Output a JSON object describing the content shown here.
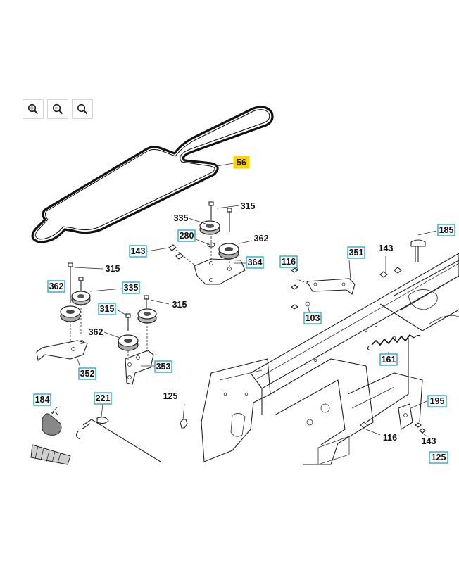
{
  "toolbar": {
    "zoom_in_icon": "zoom-in-icon",
    "zoom_out_icon": "zoom-out-icon",
    "zoom_reset_icon": "magnifier-icon"
  },
  "diagram": {
    "highlight_color": "#ffd400",
    "callout_border_color": "#1aa6c9",
    "callouts": {
      "c56": "56",
      "c315a": "315",
      "c335a": "335",
      "c280": "280",
      "c362a": "362",
      "c364": "364",
      "c143a": "143",
      "c315b": "315",
      "c362b": "362",
      "c335b": "335",
      "c315c": "315",
      "c315d": "315",
      "c362c": "362",
      "c352": "352",
      "c353": "353",
      "c116a": "116",
      "c351": "351",
      "c143b": "143",
      "c185": "185",
      "c103": "103",
      "c161": "161",
      "c184": "184",
      "c221": "221",
      "c125a": "125",
      "c116b": "116",
      "c195": "195",
      "c143c": "143",
      "c125b": "125"
    }
  }
}
